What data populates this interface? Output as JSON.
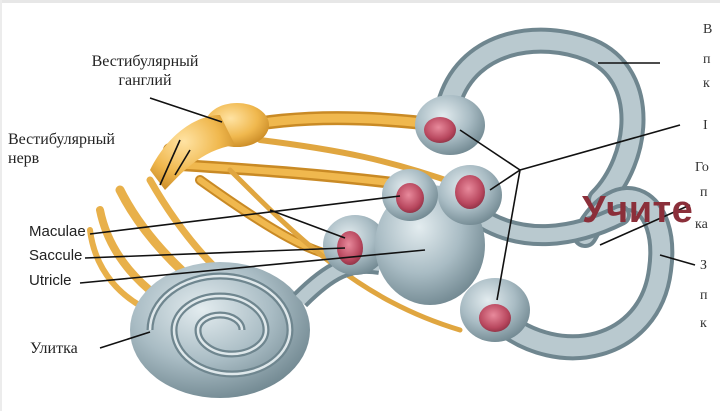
{
  "labels": {
    "vestibular_ganglion": "Вестибулярный\nганглий",
    "vestibular_nerve": "Вестибулярный\nнерв",
    "maculae": "Maculae",
    "saccule": "Saccule",
    "utricle": "Utricle",
    "cochlea": "Улитка"
  },
  "right_fragments": {
    "line1": "В",
    "line2": "п",
    "line3": "к",
    "line4": "I",
    "line5": "Го",
    "line6": "п",
    "line7": "ка",
    "line8": "З",
    "line9": "п",
    "line10": "к"
  },
  "watermark": "Учите",
  "colors": {
    "bone": "#a9bcc4",
    "bone_dark": "#6f868f",
    "nerve": "#f0b84e",
    "nerve_dark": "#c98a25",
    "macula": "#b8475e",
    "leader": "#111111",
    "watermark": "#8b2f3a"
  }
}
